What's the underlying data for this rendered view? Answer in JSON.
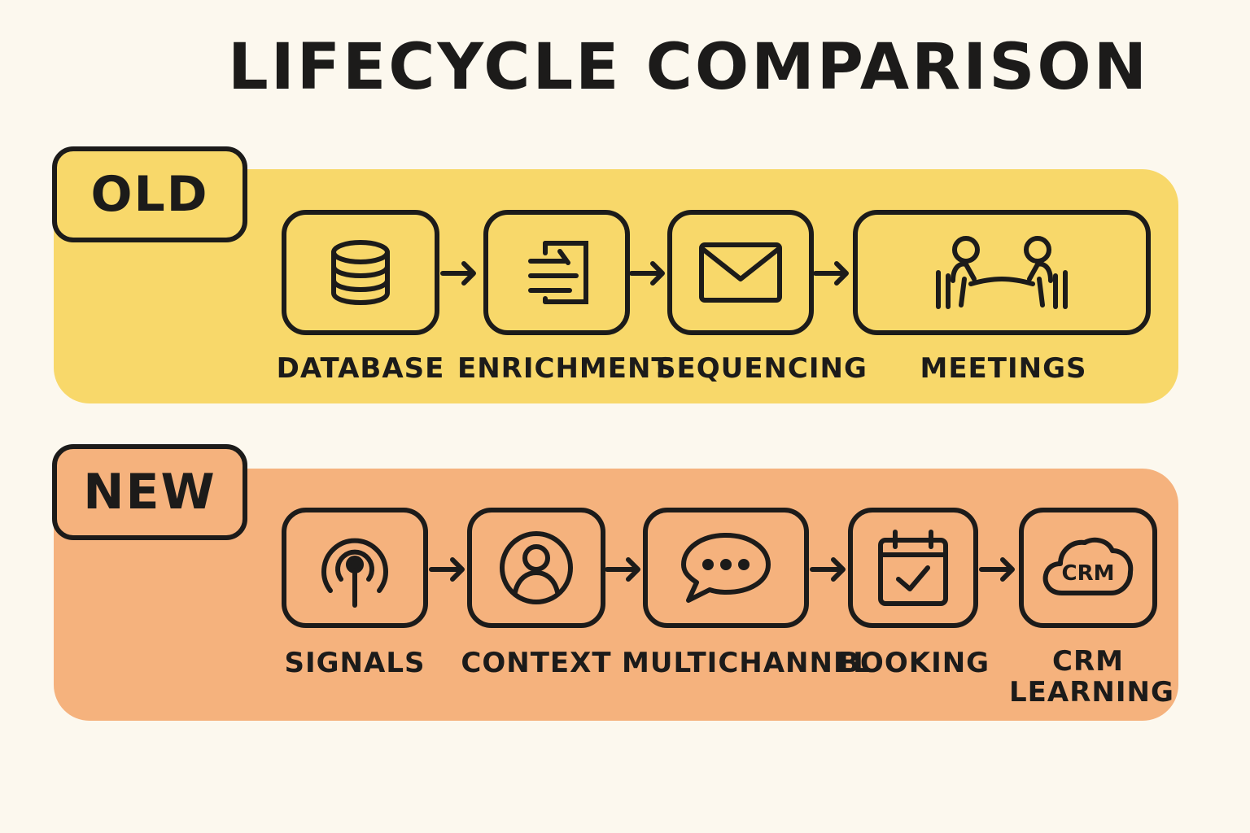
{
  "title": "LIFECYCLE COMPARISON",
  "colors": {
    "background": "#fcf8ee",
    "old_band": "#f8d86a",
    "new_band": "#f5b27d",
    "ink": "#1c1b1a"
  },
  "old": {
    "badge": "OLD",
    "steps": [
      {
        "label": "DATABASE",
        "icon": "database-icon"
      },
      {
        "label": "ENRICHMENT",
        "icon": "document-list-icon"
      },
      {
        "label": "SEQUENCING",
        "icon": "envelope-icon"
      },
      {
        "label": "MEETINGS",
        "icon": "people-at-table-icon"
      }
    ]
  },
  "new": {
    "badge": "NEW",
    "steps": [
      {
        "label": "SIGNALS",
        "icon": "broadcast-signal-icon"
      },
      {
        "label": "CONTEXT",
        "icon": "user-circle-icon"
      },
      {
        "label": "MULTICHANNEL",
        "icon": "chat-bubble-icon"
      },
      {
        "label": "BOOKING",
        "icon": "calendar-check-icon"
      },
      {
        "label": "CRM\nLEARNING",
        "icon": "crm-cloud-icon",
        "icon_text": "CRM"
      }
    ]
  }
}
